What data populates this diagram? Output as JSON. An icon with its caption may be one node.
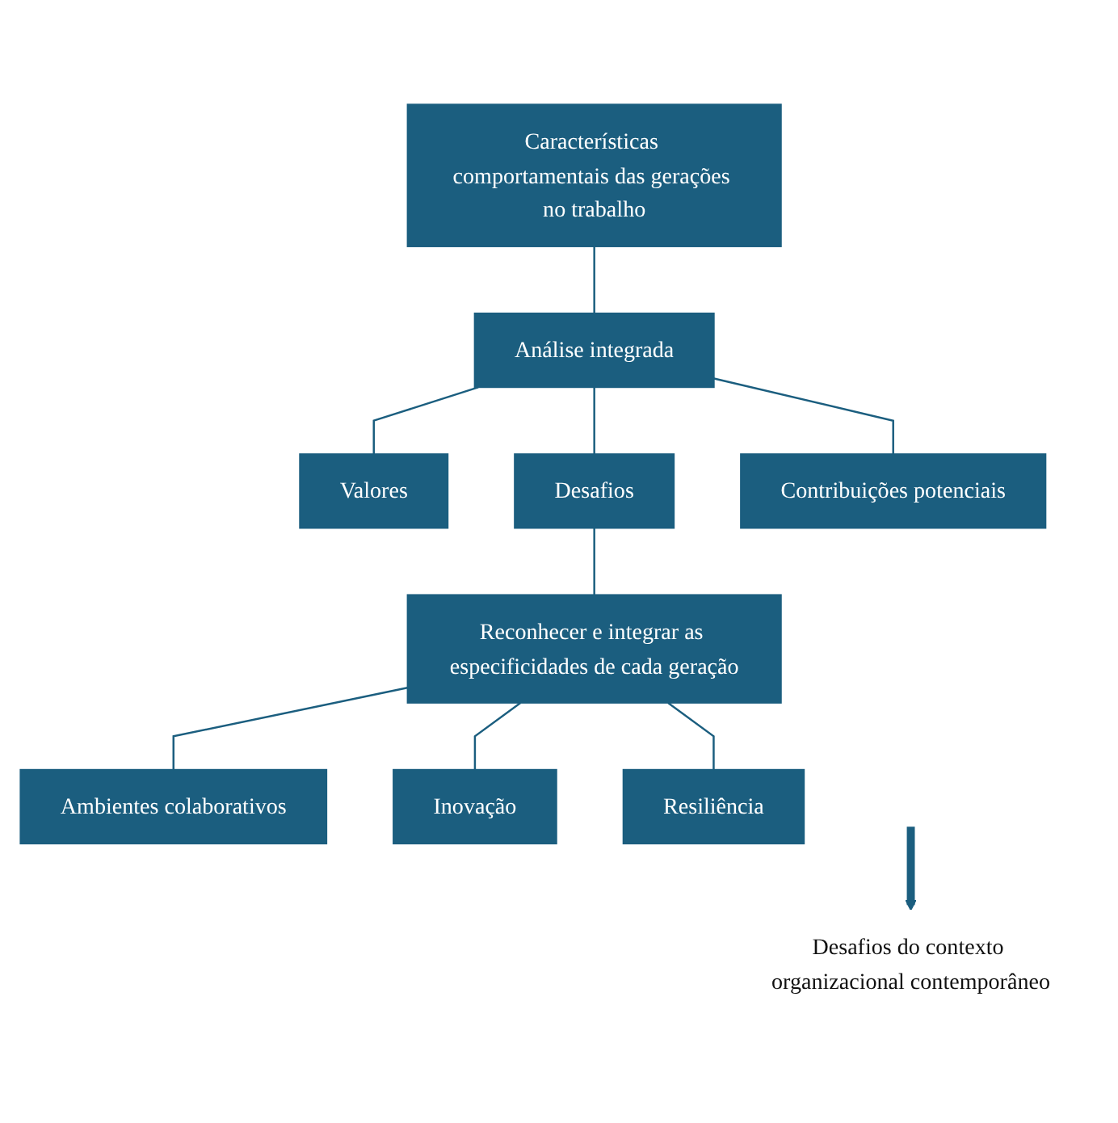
{
  "diagram": {
    "nodes": [
      {
        "text": [
          "Características comportamentais das gerações no trabalho"
        ]
      },
      {
        "text": [
          "Análise integrada"
        ]
      },
      {
        "text": [
          "Valores"
        ]
      },
      {
        "text": [
          "Desafios"
        ]
      },
      {
        "text": [
          "Contribuições potenciais"
        ]
      },
      {
        "text": [
          "Reconhecer e integrar as especificidades de cada geração"
        ]
      },
      {
        "text": [
          "Ambientes colaborativos"
        ]
      },
      {
        "text": [
          "Inovação"
        ]
      },
      {
        "text": [
          "Resiliência"
        ]
      },
      {
        "text": [
          "Desafios do contexto organizacional contemporâneo"
        ]
      }
    ],
    "edges": [
      {
        "from": 0,
        "to": 1,
        "arrow": "none"
      },
      {
        "from": 1,
        "to": 2,
        "arrow": "none"
      },
      {
        "from": 1,
        "to": 3,
        "arrow": "none"
      },
      {
        "from": 1,
        "to": 4,
        "arrow": "none"
      },
      {
        "from": 3,
        "to": 5,
        "arrow": "none"
      },
      {
        "from": 5,
        "to": 6,
        "arrow": "none"
      },
      {
        "from": 5,
        "to": 7,
        "arrow": "none"
      },
      {
        "from": 5,
        "to": 8,
        "arrow": "none"
      },
      {
        "from": null,
        "to": 9,
        "arrow": "to",
        "style": "thick"
      }
    ]
  }
}
